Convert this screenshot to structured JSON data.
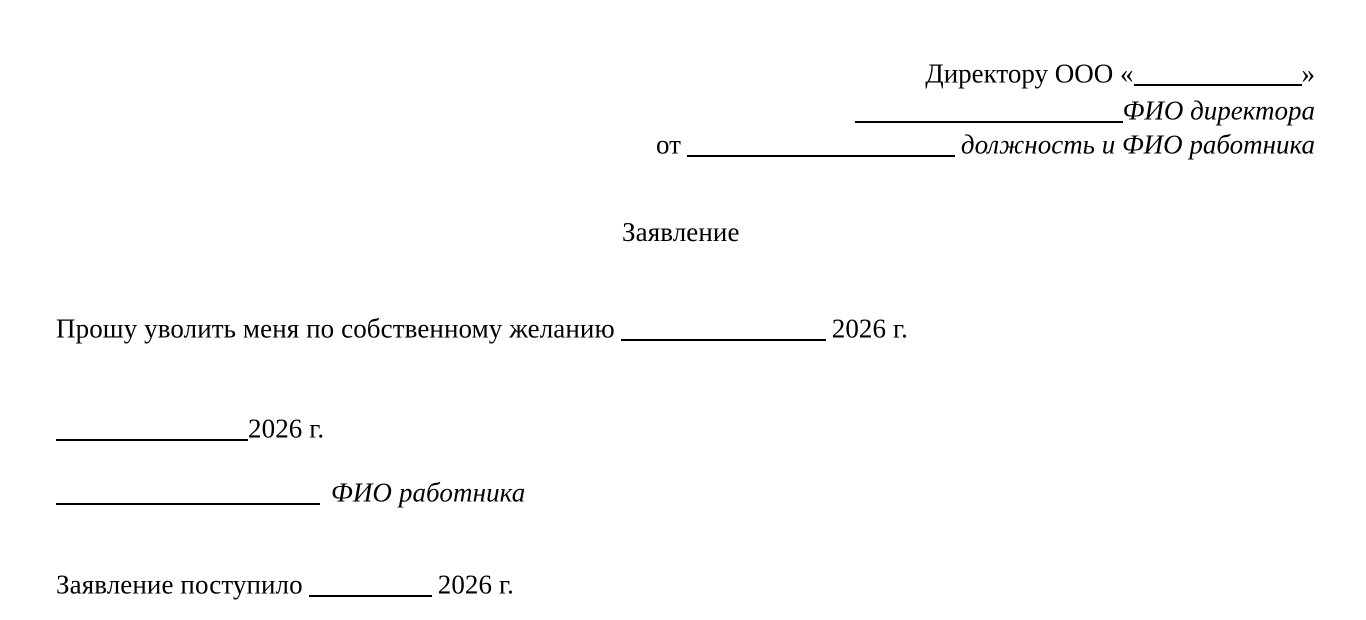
{
  "document": {
    "type": "resignation-letter-template",
    "language": "ru",
    "page_background": "#ffffff",
    "text_color": "#000000",
    "header": {
      "line1": {
        "prefix": "Директору ООО ",
        "quote_open": "«",
        "quote_close": "»",
        "blank": "____________"
      },
      "line2": {
        "blank": "__________________",
        "label": "ФИО директора"
      },
      "line3": {
        "prefix": "от",
        "blank": "__________________",
        "label": "должность и ФИО работника"
      }
    },
    "title": "Заявление",
    "body": {
      "request": {
        "text": "Прошу уволить меня по собственному желанию",
        "blank": "______________",
        "year": "2026 г."
      },
      "signature_date": {
        "blank": "______________",
        "year": "2026 г."
      },
      "signature_name": {
        "blank": "__________________",
        "label": "ФИО работника"
      },
      "received": {
        "text": "Заявление поступило",
        "blank": "_________",
        "year": "2026 г."
      }
    }
  }
}
